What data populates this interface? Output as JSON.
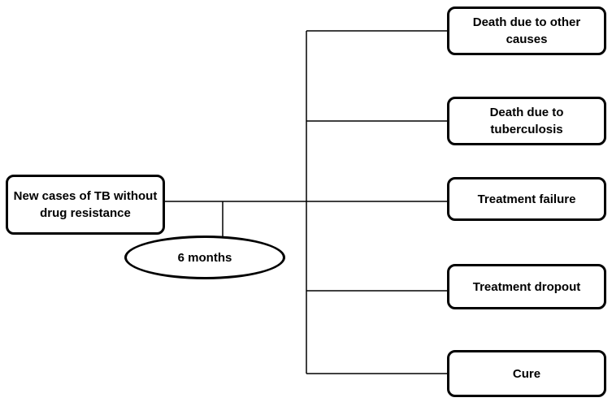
{
  "diagram": {
    "source": {
      "label": "New cases of TB without drug resistance"
    },
    "duration": {
      "label": "6 months"
    },
    "outcomes": [
      {
        "label": "Death due to other causes"
      },
      {
        "label": "Death due to tuberculosis"
      },
      {
        "label": "Treatment failure"
      },
      {
        "label": "Treatment dropout"
      },
      {
        "label": "Cure"
      }
    ]
  },
  "colors": {
    "stroke": "#000000",
    "background": "#ffffff"
  }
}
